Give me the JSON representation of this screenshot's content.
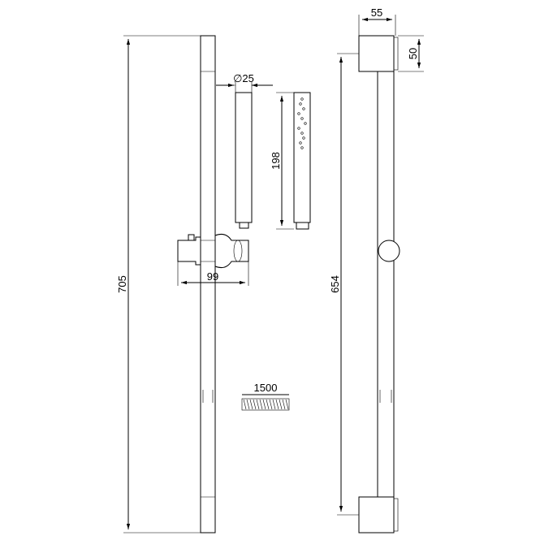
{
  "dimensions": {
    "total_height": "705",
    "hand_shower_diameter": "∅25",
    "hand_shower_length": "198",
    "holder_width": "99",
    "hose_length": "1500",
    "mount_width": "55",
    "mount_depth": "50",
    "bracket_spacing": "654"
  }
}
